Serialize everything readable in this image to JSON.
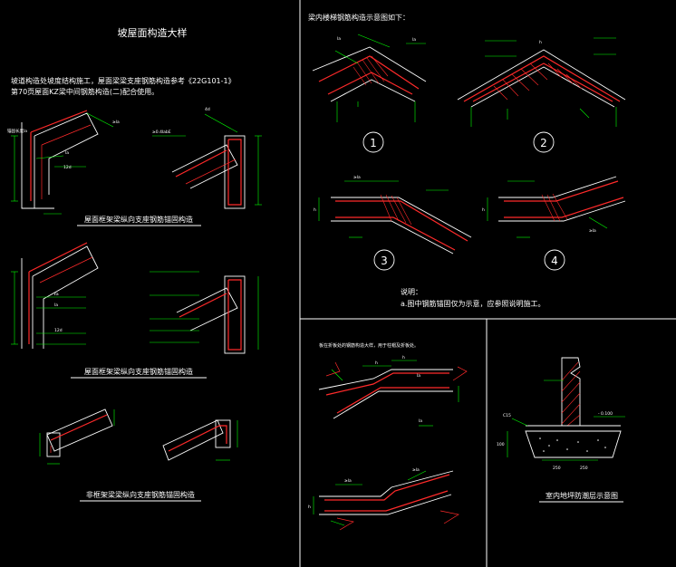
{
  "panel_left": {
    "title": "坡屋面构造大样",
    "note_line1": "坡道构造处坡度结构施工，屋面梁梁支座钢筋构造参考《22G101-1》",
    "note_line2": "第70页屋面KZ梁中间钢筋构造(二)配合使用。",
    "caption_1": "屋面框架梁纵向支座钢筋锚固构造",
    "caption_2": "屋面框架梁纵向支座钢筋锚固构造",
    "caption_3": "非框架梁梁纵向支座钢筋锚固构造",
    "labels": [
      "锚固长度la",
      "la",
      "12d",
      "≥la",
      "≥0.4labE",
      "4d",
      "ℓa",
      "la",
      "12d"
    ]
  },
  "panel_tr": {
    "title": "梁内楼梯钢筋构造示意图如下：",
    "numbers": [
      "1",
      "2",
      "3",
      "4"
    ],
    "note_title": "说明：",
    "note_1": "a.图中钢筋锚固仅为示意，应参照说明施工。",
    "labels": [
      "la",
      "la",
      "h",
      "la",
      "la",
      "h",
      "≥la",
      "≥la"
    ]
  },
  "panel_bl": {
    "note": "板在折板处的钢筋构造大样，用于柱帽及折板处。",
    "labels": [
      "h",
      "h",
      "la",
      "la",
      "h",
      "≥la",
      "≥la",
      "h"
    ]
  },
  "panel_br": {
    "labels": [
      "C15",
      "250",
      "250",
      "100",
      "- 0.100"
    ],
    "caption": "室内地坪防潮层示意图"
  }
}
